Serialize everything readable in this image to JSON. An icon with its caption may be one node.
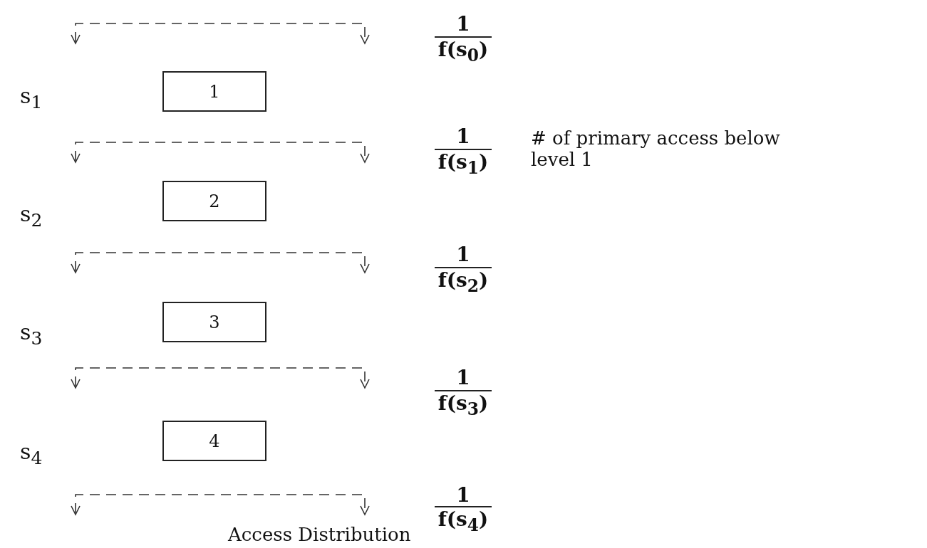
{
  "diagram": {
    "caption": "Access Distribution",
    "nodes": [
      {
        "text": [
          "1"
        ]
      },
      {
        "text": [
          "2"
        ]
      },
      {
        "text": [
          "3"
        ]
      },
      {
        "text": [
          "4"
        ]
      }
    ],
    "labels": [
      "1",
      "f(s$_{0}$)",
      "s$_{1}$",
      "1",
      "f(s$_{1}$)",
      "# of primary access below level 1",
      "s$_{2}$",
      "1",
      "f(s$_{2}$)",
      "s$_{3}$",
      "1",
      "f(s$_{3}$)",
      "s$_{4}$",
      "1",
      "f(s$_{4}$)"
    ]
  }
}
